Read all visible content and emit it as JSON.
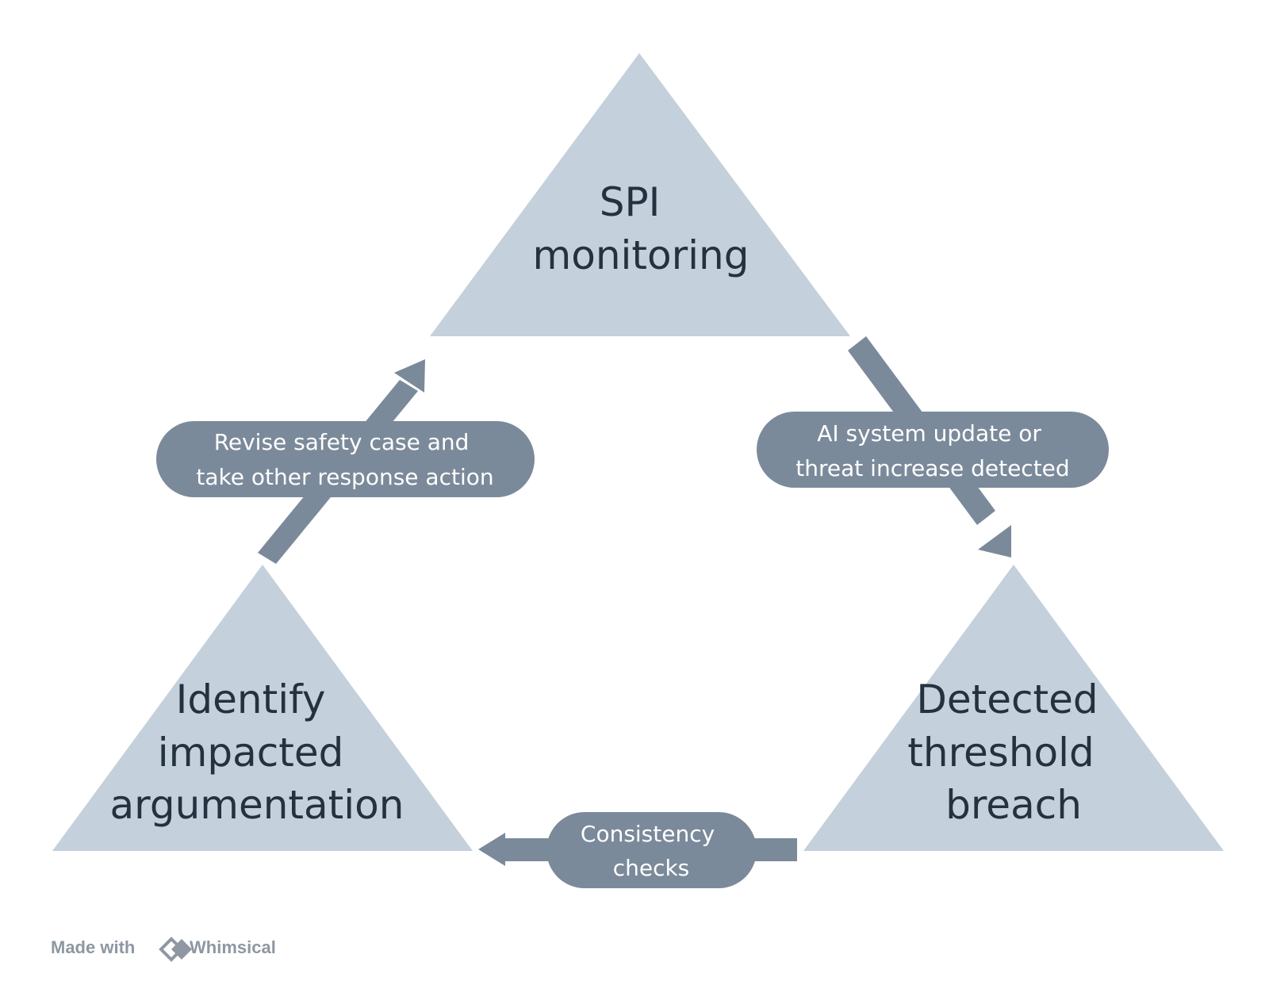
{
  "nodes": {
    "top": {
      "lines": [
        "SPI",
        "monitoring"
      ]
    },
    "left": {
      "lines": [
        "Identify",
        "impacted",
        "argumentation"
      ]
    },
    "right": {
      "lines": [
        "Detected",
        "threshold",
        "breach"
      ]
    }
  },
  "edges": {
    "top_to_right": {
      "lines": [
        "AI system update or",
        "threat increase detected"
      ]
    },
    "right_to_left": {
      "lines": [
        "Consistency",
        "checks"
      ]
    },
    "left_to_top": {
      "lines": [
        "Revise safety case and",
        "take other response action"
      ]
    }
  },
  "footer": {
    "made_with": "Made with",
    "brand": "Whimsical"
  },
  "colors": {
    "triangle_fill": "#c4d0db",
    "arrow_fill": "#7b8a9a",
    "node_text": "#24313f",
    "pill_text": "#ffffff",
    "footer_text": "#8e97a2"
  }
}
